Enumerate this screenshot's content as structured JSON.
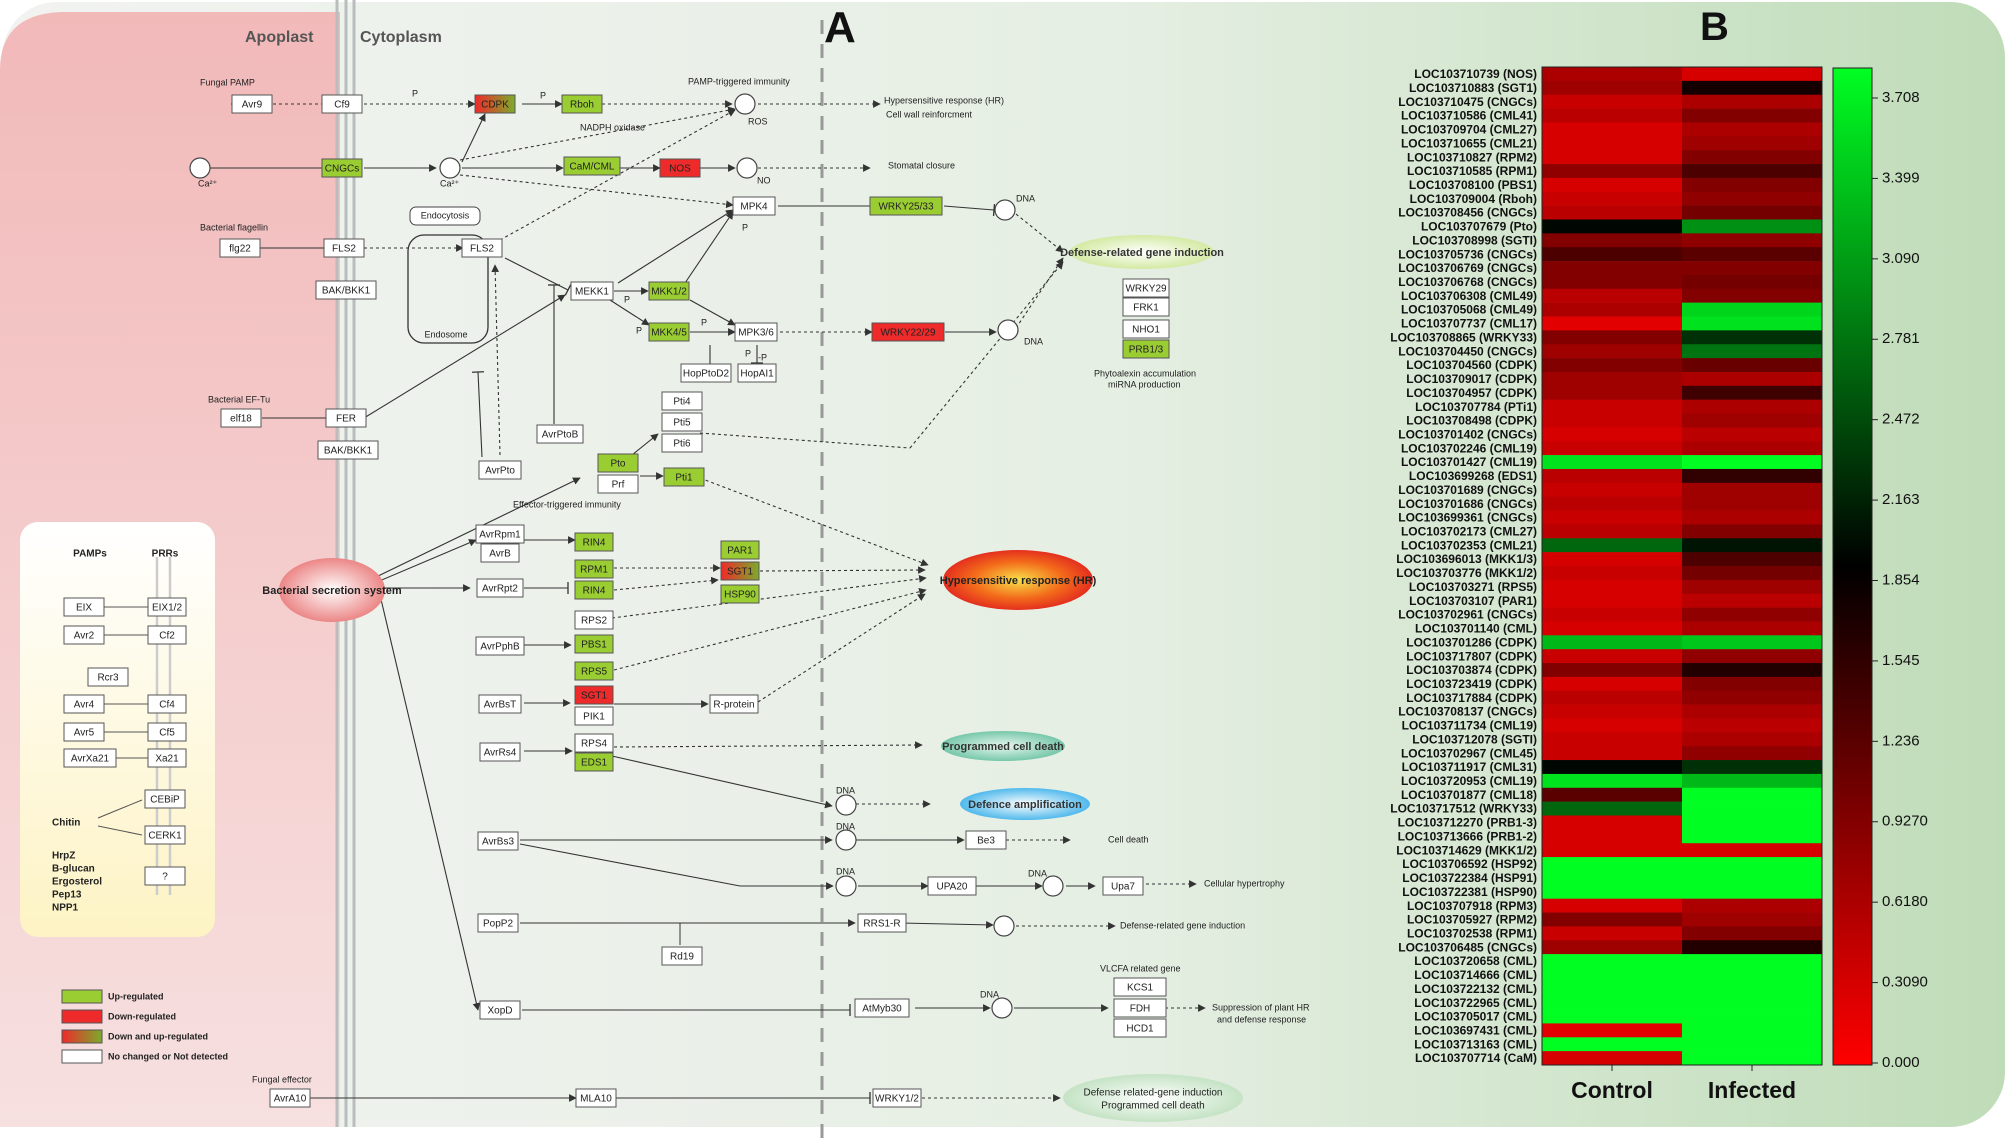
{
  "panel_a": {
    "letter": "A",
    "regions": {
      "apoplast": "Apoplast",
      "cytoplasm": "Cytoplasm"
    },
    "nodes": {
      "fungal_pamp_label": "Fungal PAMP",
      "avr9": "Avr9",
      "cf9": "Cf9",
      "cdpk": "CDPK",
      "rboh": "Rboh",
      "nadph": "NADPH oxidase",
      "pti_label": "PAMP-triggered immunity",
      "ros": "ROS",
      "hr_top": "Hypersensitive response (HR)",
      "cell_wall": "Cell wall reinforcment",
      "cngcs": "CNGCs",
      "ca_left": "Ca²⁺",
      "ca_right": "Ca²⁺",
      "camcml": "CaM/CML",
      "nos": "NOS",
      "no": "NO",
      "stomatal": "Stomatal closure",
      "bact_flag_label": "Bacterial flagellin",
      "flg22": "flg22",
      "fls2_a": "FLS2",
      "fls2_b": "FLS2",
      "endocytosis": "Endocytosis",
      "endosome": "Endosome",
      "bakbkk1_a": "BAK/BKK1",
      "mpk4": "MPK4",
      "wrky2533": "WRKY25/33",
      "dna1": "DNA",
      "defense_gene": "Defense-related gene induction",
      "mekk1": "MEKK1",
      "mkk12": "MKK1/2",
      "mkk45": "MKK4/5",
      "mpk36": "MPK3/6",
      "wrky2229": "WRKY22/29",
      "dna2": "DNA",
      "wrky29": "WRKY29",
      "frk1": "FRK1",
      "nho1": "NHO1",
      "prb13": "PRB1/3",
      "phytoalexin1": "Phytoalexin accumulation",
      "phytoalexin2": "miRNA production",
      "hopptod2": "HopPtoD2",
      "hopai1": "HopAI1",
      "bact_eftu_label": "Bacterial EF-Tu",
      "elf18": "elf18",
      "fer": "FER",
      "bakbkk1_b": "BAK/BKK1",
      "pti4": "Pti4",
      "pti5": "Pti5",
      "pti6": "Pti6",
      "avrptob": "AvrPtoB",
      "avrpto": "AvrPto",
      "pto": "Pto",
      "prf": "Prf",
      "pti1": "Pti1",
      "eti_label": "Effector-triggered immunity",
      "bss": "Bacterial secretion system",
      "avrrpm1": "AvrRpm1",
      "avrb": "AvrB",
      "rin4_a": "RIN4",
      "rpm1": "RPM1",
      "avrrpt2": "AvrRpt2",
      "rin4_b": "RIN4",
      "rps2": "RPS2",
      "par1": "PAR1",
      "sgt1_a": "SGT1",
      "hsp90": "HSP90",
      "hr_oval": "Hypersensitive response (HR)",
      "avrpphb": "AvrPphB",
      "pbs1": "PBS1",
      "rps5": "RPS5",
      "avrbst": "AvrBsT",
      "sgt1_b": "SGT1",
      "pik1": "PIK1",
      "rprotein": "R-protein",
      "avrrs4": "AvrRs4",
      "rps4": "RPS4",
      "eds1": "EDS1",
      "pcd": "Programmed cell death",
      "dna3": "DNA",
      "defamp": "Defence amplification",
      "avrbs3": "AvrBs3",
      "dna4": "DNA",
      "be3": "Be3",
      "celldeath": "Cell death",
      "dna5": "DNA",
      "upa20": "UPA20",
      "dna6": "DNA",
      "upa7": "Upa7",
      "hypertrophy": "Cellular hypertrophy",
      "popp2": "PopP2",
      "rrs1r": "RRS1-R",
      "defense_gene2": "Defense-related gene induction",
      "rd19": "Rd19",
      "vlcfa": "VLCFA related gene",
      "xopd": "XopD",
      "atmyb30": "AtMyb30",
      "dna7": "DNA",
      "kcs1": "KCS1",
      "fdh": "FDH",
      "hcd1": "HCD1",
      "suppression1": "Suppression of plant HR",
      "suppression2": "and defense response",
      "fungal_effector": "Fungal effector",
      "avra10": "AvrA10",
      "mla10": "MLA10",
      "wrky12": "WRKY1/2",
      "final1": "Defense related-gene induction",
      "final2": "Programmed cell death",
      "p": "P",
      "minus_p": "-P"
    },
    "inset": {
      "pamps": "PAMPs",
      "prrs": "PRRs",
      "rows": [
        {
          "a": "EIX",
          "b": "EIX1/2"
        },
        {
          "a": "Avr2",
          "b": "Cf2"
        },
        {
          "a": "Rcr3",
          "b": ""
        },
        {
          "a": "Avr4",
          "b": "Cf4"
        },
        {
          "a": "Avr5",
          "b": "Cf5"
        },
        {
          "a": "AvrXa21",
          "b": "Xa21"
        }
      ],
      "chitin": "Chitin",
      "cebip": "CEBiP",
      "cerk1": "CERK1",
      "unknown": "?",
      "others": [
        "HrpZ",
        "B-glucan",
        "Ergosterol",
        "Pep13",
        "NPP1"
      ]
    },
    "legend": [
      {
        "label": "Up-regulated",
        "color": "#9acd32"
      },
      {
        "label": "Down-regulated",
        "color": "#ee2a2a"
      },
      {
        "label": "Down and up-regulated",
        "color": "gradient"
      },
      {
        "label": "No changed or Not detected",
        "color": "#ffffff"
      }
    ]
  },
  "panel_b": {
    "letter": "B",
    "columns": [
      "Control",
      "Infected"
    ],
    "colorbar_ticks": [
      "3.708",
      "3.399",
      "3.090",
      "2.781",
      "2.472",
      "2.163",
      "1.854",
      "1.545",
      "1.236",
      "0.9270",
      "0.6180",
      "0.3090",
      "0.000"
    ],
    "colors": {
      "high": "#00ff22",
      "mid": "#000000",
      "low": "#ff0000"
    },
    "genes": [
      "LOC103710739 (NOS)",
      "LOC103710883 (SGT1)",
      "LOC103710475 (CNGCs)",
      "LOC103710586 (CML41)",
      "LOC103709704 (CML27)",
      "LOC103710655 (CML21)",
      "LOC103710827 (RPM2)",
      "LOC103710585 (RPM1)",
      "LOC103708100 (PBS1)",
      "LOC103709004 (Rboh)",
      "LOC103708456 (CNGCs)",
      "LOC103707679 (Pto)",
      "LOC103708998 (SGTI)",
      "LOC103705736 (CNGCs)",
      "LOC103706769 (CNGCs)",
      "LOC103706768 (CNGCs)",
      "LOC103706308 (CML49)",
      "LOC103705068 (CML49)",
      "LOC103707737 (CML17)",
      "LOC103708865 (WRKY33)",
      "LOC103704450 (CNGCs)",
      "LOC103704560 (CDPK)",
      "LOC103709017 (CDPK)",
      "LOC103704957 (CDPK)",
      "LOC103707784 (PTi1)",
      "LOC103708498 (CDPK)",
      "LOC103701402 (CNGCs)",
      "LOC103702246 (CML19)",
      "LOC103701427 (CML19)",
      "LOC103699268 (EDS1)",
      "LOC103701689 (CNGCs)",
      "LOC103701686 (CNGCs)",
      "LOC103699361 (CNGCs)",
      "LOC103702173 (CML27)",
      "LOC103702353 (CML21)",
      "LOC103696013 (MKK1/3)",
      "LOC103703776 (MKK1/2)",
      "LOC103703271 (RPS5)",
      "LOC103703107 (PAR1)",
      "LOC103702961 (CNGCs)",
      "LOC103701140 (CML)",
      "LOC103701286 (CDPK)",
      "LOC103717807 (CDPK)",
      "LOC103703874 (CDPK)",
      "LOC103723419 (CDPK)",
      "LOC103717884 (CDPK)",
      "LOC103708137 (CNGCs)",
      "LOC103711734 (CML19)",
      "LOC103712078 (SGTI)",
      "LOC103702967 (CML45)",
      "LOC103711917 (CML31)",
      "LOC103720953 (CML19)",
      "LOC103701877 (CML18)",
      "LOC103717512 (WRKY33)",
      "LOC103712270 (PRB1-3)",
      "LOC103713666 (PRB1-2)",
      "LOC103714629 (MKK1/2)",
      "LOC103706592 (HSP92)",
      "LOC103722384 (HSP91)",
      "LOC103722381 (HSP90)",
      "LOC103707918 (RPM3)",
      "LOC103705927 (RPM2)",
      "LOC103702538 (RPM1)",
      "LOC103706485 (CNGCs)",
      "LOC103720658 (CML)",
      "LOC103714666 (CML)",
      "LOC103722132 (CML)",
      "LOC103722965 (CML)",
      "LOC103705017 (CML)",
      "LOC103697431 (CML)",
      "LOC103713163 (CML)",
      "LOC103707714 (CaM)"
    ],
    "values": [
      [
        0.6,
        0.3
      ],
      [
        0.7,
        1.7
      ],
      [
        0.4,
        0.6
      ],
      [
        0.5,
        0.9
      ],
      [
        0.3,
        0.6
      ],
      [
        0.3,
        0.7
      ],
      [
        0.3,
        0.9
      ],
      [
        0.8,
        1.3
      ],
      [
        0.3,
        0.9
      ],
      [
        0.4,
        0.8
      ],
      [
        0.5,
        1.0
      ],
      [
        1.9,
        2.9
      ],
      [
        0.9,
        0.8
      ],
      [
        1.3,
        1.2
      ],
      [
        0.9,
        0.9
      ],
      [
        0.9,
        1.0
      ],
      [
        0.5,
        0.9
      ],
      [
        0.6,
        3.4
      ],
      [
        0.2,
        3.5
      ],
      [
        0.9,
        2.2
      ],
      [
        0.7,
        2.7
      ],
      [
        0.9,
        1.1
      ],
      [
        0.7,
        0.6
      ],
      [
        0.7,
        1.4
      ],
      [
        0.4,
        0.6
      ],
      [
        0.4,
        0.7
      ],
      [
        0.3,
        0.5
      ],
      [
        0.4,
        0.6
      ],
      [
        3.5,
        3.7
      ],
      [
        0.5,
        1.5
      ],
      [
        0.4,
        0.7
      ],
      [
        0.5,
        0.7
      ],
      [
        0.4,
        0.6
      ],
      [
        0.5,
        0.9
      ],
      [
        2.6,
        2.0
      ],
      [
        0.3,
        1.3
      ],
      [
        0.4,
        1.0
      ],
      [
        0.3,
        0.7
      ],
      [
        0.3,
        0.5
      ],
      [
        0.4,
        0.8
      ],
      [
        0.3,
        0.6
      ],
      [
        3.2,
        3.3
      ],
      [
        0.4,
        0.8
      ],
      [
        0.9,
        1.6
      ],
      [
        0.3,
        0.9
      ],
      [
        0.5,
        0.8
      ],
      [
        0.4,
        0.6
      ],
      [
        0.3,
        0.5
      ],
      [
        0.4,
        0.6
      ],
      [
        0.4,
        0.8
      ],
      [
        1.9,
        2.2
      ],
      [
        3.5,
        3.2
      ],
      [
        1.2,
        3.7
      ],
      [
        2.6,
        3.7
      ],
      [
        0.3,
        3.7
      ],
      [
        0.3,
        3.7
      ],
      [
        0.3,
        0.3
      ],
      [
        3.7,
        3.7
      ],
      [
        3.7,
        3.7
      ],
      [
        3.7,
        3.7
      ],
      [
        0.3,
        0.6
      ],
      [
        0.9,
        0.7
      ],
      [
        0.4,
        0.9
      ],
      [
        0.7,
        1.6
      ],
      [
        3.7,
        3.7
      ],
      [
        3.7,
        3.7
      ],
      [
        3.7,
        3.7
      ],
      [
        3.7,
        3.7
      ],
      [
        3.7,
        3.7
      ],
      [
        0.2,
        3.7
      ],
      [
        3.7,
        3.7
      ],
      [
        0.3,
        3.7
      ]
    ]
  }
}
